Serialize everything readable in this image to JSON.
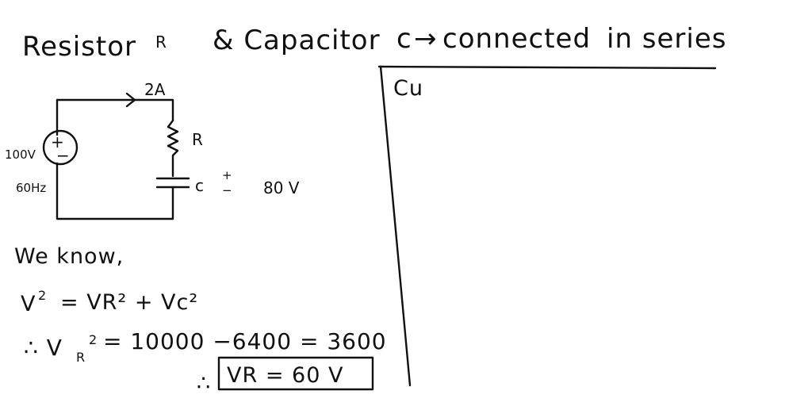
{
  "title": {
    "part1": "Resistor",
    "part2": "R",
    "part3": "& Capacitor",
    "part4": "c",
    "arrow": "→",
    "part5": "connected",
    "part6": "in series"
  },
  "circuit": {
    "current_label": "2A",
    "source_voltage": "100V",
    "source_frequency": "60Hz",
    "source_plus": "+",
    "source_minus": "−",
    "resistor_label": "R",
    "capacitor_label": "c",
    "capacitor_plus": "+",
    "capacitor_minus": "−",
    "capacitor_voltage": "80 V"
  },
  "work": {
    "we_know": "We know,",
    "eq1_lhs": "V",
    "eq1_rhs": "= VR² + Vc²",
    "eq1_sup": "2",
    "eq2_prefix": "∴ V",
    "eq2_sub": "R",
    "eq2_sup": "2",
    "eq2_rhs": "= 10000 −6400 = 3600",
    "therefore": "∴",
    "result": "VR = 60 V"
  },
  "side_panel": {
    "label": "Cu"
  }
}
